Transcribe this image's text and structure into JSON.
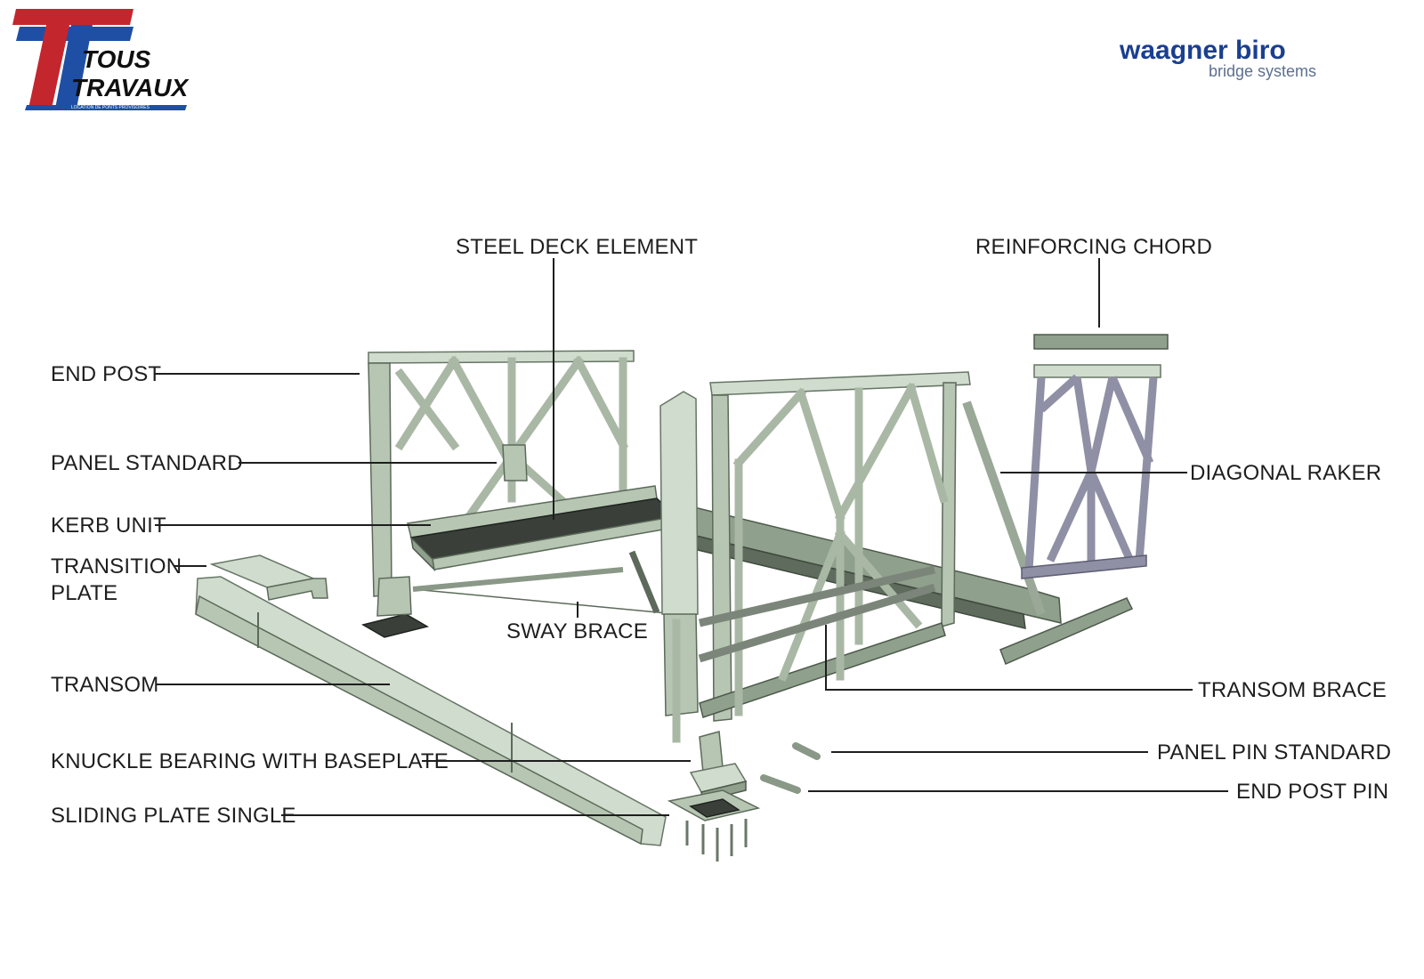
{
  "logos": {
    "tous_travaux": {
      "line1": "TOUS",
      "line2": "TRAVAUX",
      "tagline": "LOCATION DE PONTS PROVISOIRES",
      "colors": {
        "red": "#c4262e",
        "blue": "#1f4fa5",
        "dark": "#101010"
      }
    },
    "waagner_biro": {
      "name": "waagner biro",
      "sub": "bridge systems",
      "colors": {
        "main": "#1a3f8f",
        "sub": "#5d6f8f"
      }
    }
  },
  "labels": {
    "steel_deck_element": "STEEL DECK ELEMENT",
    "reinforcing_chord": "REINFORCING CHORD",
    "end_post": "END POST",
    "panel_standard": "PANEL STANDARD",
    "kerb_unit": "KERB UNIT",
    "transition_plate_1": "TRANSITION",
    "transition_plate_2": "PLATE",
    "sway_brace": "SWAY BRACE",
    "transom": "TRANSOM",
    "knuckle_bearing": "KNUCKLE BEARING WITH BASEPLATE",
    "sliding_plate": "SLIDING PLATE SINGLE",
    "diagonal_raker": "DIAGONAL RAKER",
    "transom_brace": "TRANSOM BRACE",
    "panel_pin_standard": "PANEL PIN STANDARD",
    "end_post_pin": "END POST PIN"
  },
  "colors": {
    "steel": "#b7c6b3",
    "deck": "#3a3f3a",
    "label_text": "#1e1e1e"
  }
}
